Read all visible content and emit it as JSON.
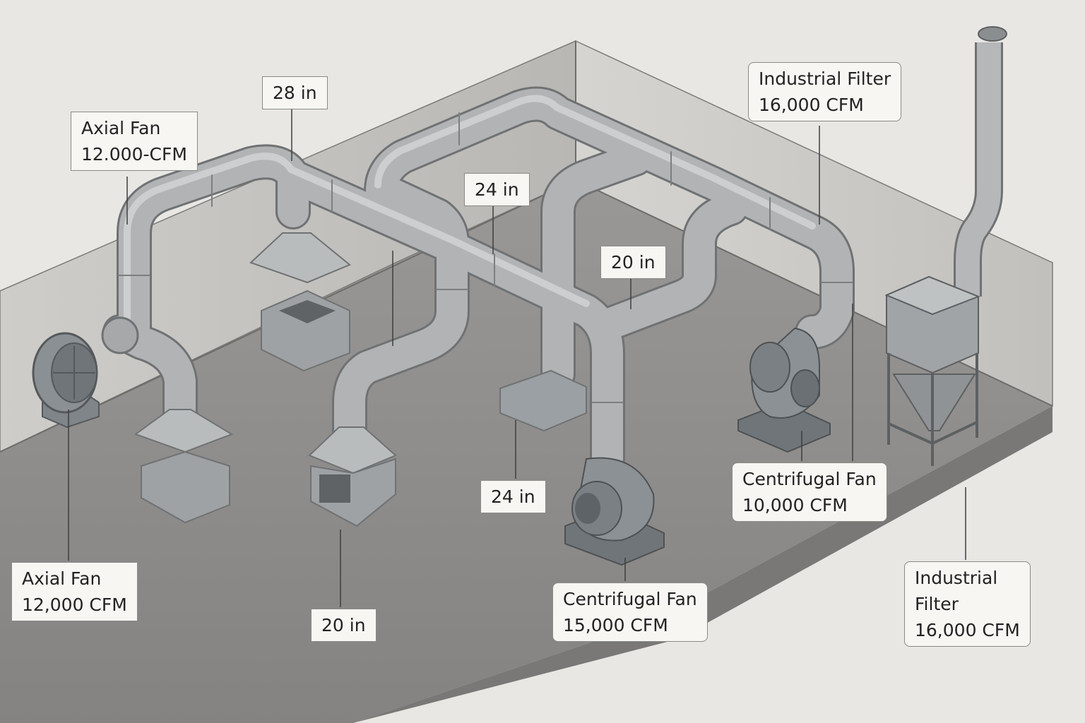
{
  "callouts": [
    {
      "id": "axial-fan-top",
      "lines": [
        "Axial Fan",
        "12.000-CFM"
      ]
    },
    {
      "id": "duct-28",
      "lines": [
        "28 in"
      ]
    },
    {
      "id": "duct-24-top",
      "lines": [
        "24 in"
      ]
    },
    {
      "id": "duct-20-right",
      "lines": [
        "20 in"
      ]
    },
    {
      "id": "industrial-filter-top",
      "lines": [
        "Industrial Filter",
        "16,000 CFM"
      ]
    },
    {
      "id": "centrifugal-fan-10k",
      "lines": [
        "Centrifugal Fan",
        "10,000 CFM"
      ]
    },
    {
      "id": "duct-24-bottom",
      "lines": [
        "24 in"
      ]
    },
    {
      "id": "axial-fan-bottom",
      "lines": [
        "Axial Fan",
        "12,000 CFM"
      ]
    },
    {
      "id": "duct-20-bottom",
      "lines": [
        "20 in"
      ]
    },
    {
      "id": "centrifugal-fan-15k",
      "lines": [
        "Centrifugal Fan",
        "15,000 CFM"
      ]
    },
    {
      "id": "industrial-filter-bottom",
      "lines": [
        "Industrial",
        "Filter",
        "16,000 CFM"
      ]
    }
  ],
  "colors": {
    "background": "#e9e7e3",
    "floor": "#8e8c8a",
    "wall": "#c9c7c3",
    "duct": "#a9abac",
    "equipment": "#8f9598"
  }
}
